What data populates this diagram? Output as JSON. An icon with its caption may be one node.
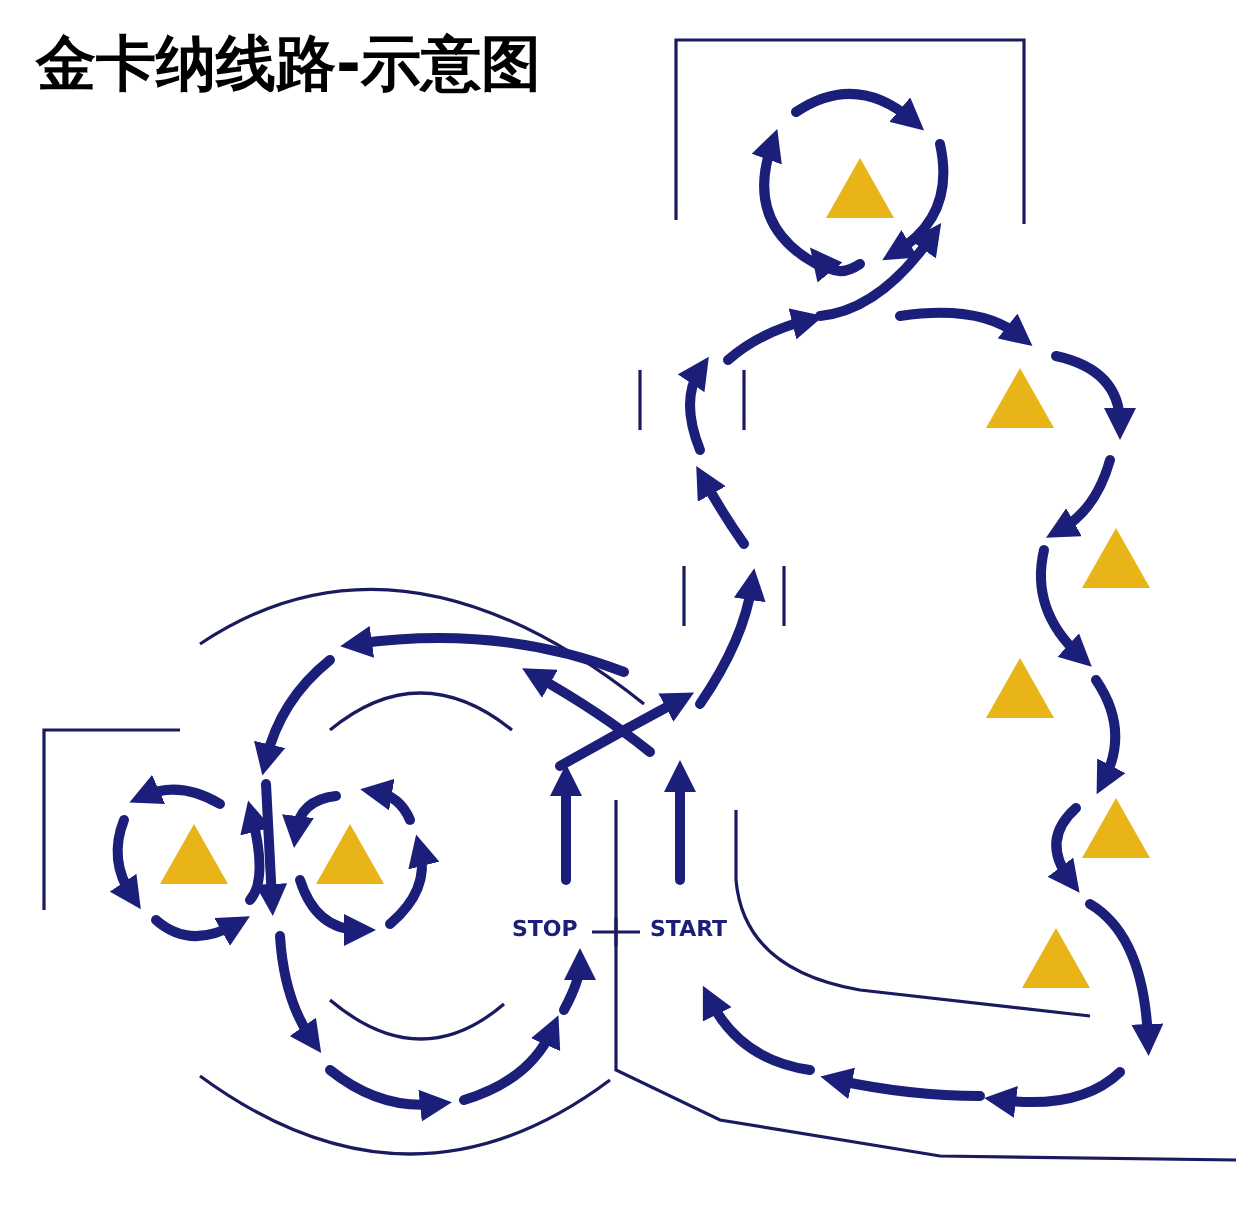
{
  "diagram": {
    "title": "金卡纳线路-示意图",
    "labels": [
      "STOP",
      "START"
    ]
  }
}
